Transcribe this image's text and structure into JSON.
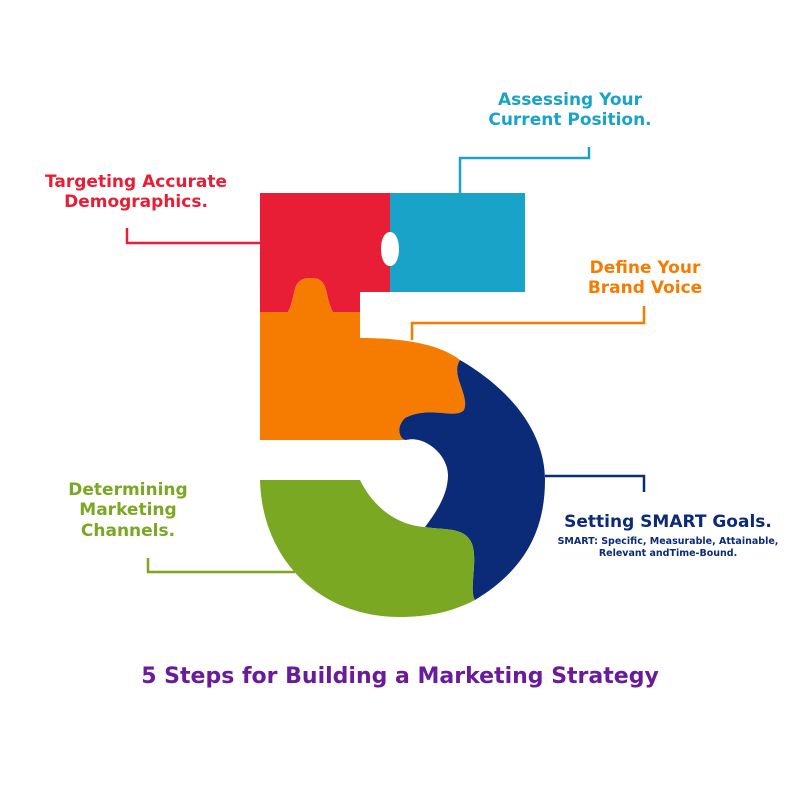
{
  "diagram": {
    "steps": [
      {
        "id": "assess",
        "lines": [
          "Assessing Your",
          "Current Position."
        ],
        "color": "#1aa3c8"
      },
      {
        "id": "target",
        "lines": [
          "Targeting Accurate",
          "Demographics."
        ],
        "color": "#e81e36"
      },
      {
        "id": "brand",
        "lines": [
          "Define Your",
          "Brand Voice"
        ],
        "color": "#f57c00"
      },
      {
        "id": "smart",
        "title": "Setting SMART Goals.",
        "subtitle_lines": [
          "SMART: Specific, Measurable, Attainable,",
          "Relevant andTime-Bound."
        ],
        "color": "#0b2a78"
      },
      {
        "id": "channels",
        "lines": [
          "Determining",
          "Marketing",
          "Channels."
        ],
        "color": "#7aa823"
      }
    ],
    "footer_title": "5 Steps for Building a Marketing Strategy",
    "footer_color": "#6a1b9a"
  }
}
